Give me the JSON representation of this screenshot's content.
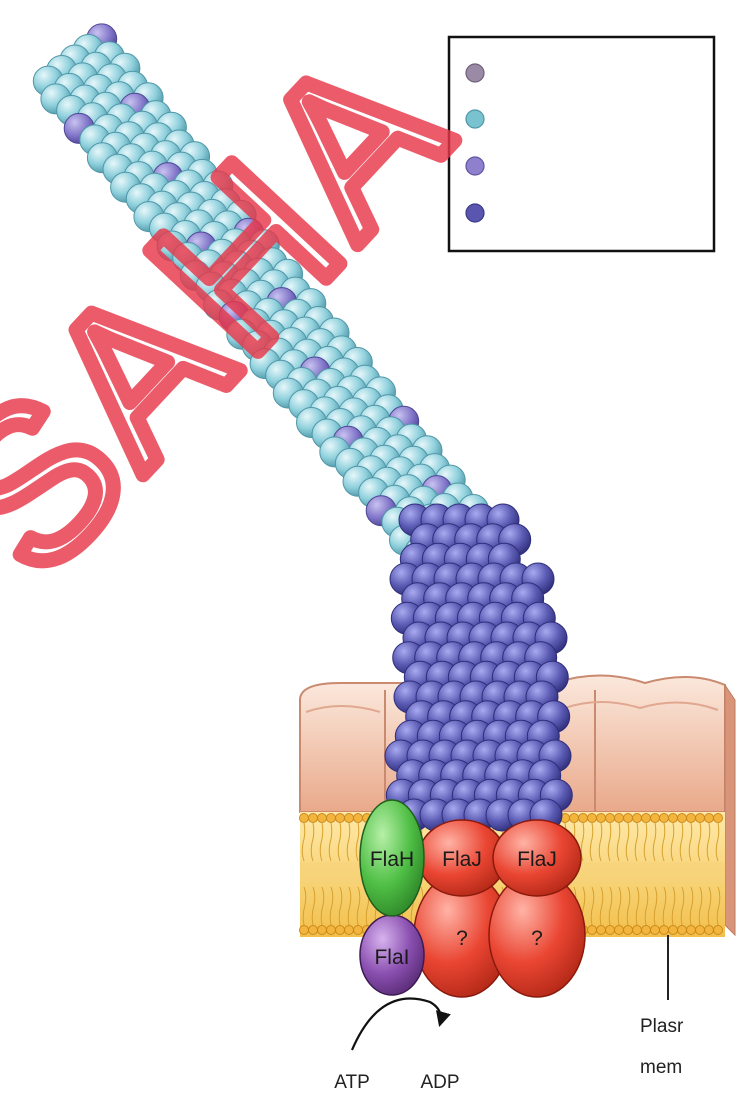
{
  "watermark": "SAHA",
  "legend": {
    "items": [
      {
        "icon": "grey-purple-subunit-icon",
        "color": "#9a8aa6"
      },
      {
        "icon": "light-blue-subunit-icon",
        "color": "#79c2d0"
      },
      {
        "icon": "violet-subunit-icon",
        "color": "#8e80cc"
      },
      {
        "icon": "dark-blue-subunit-icon",
        "color": "#5a56b0"
      }
    ]
  },
  "proteins": {
    "flah": "FlaH",
    "flai": "FlaI",
    "flaj_1": "FlaJ",
    "flaj_2": "FlaJ",
    "unknown_1": "?",
    "unknown_2": "?"
  },
  "reaction": {
    "substrate": "ATP",
    "product": "ADP"
  },
  "membrane_label": {
    "line1": "Plasr",
    "line2": "mem"
  },
  "colors": {
    "filament": "#8fd0dc",
    "filament_edge": "#5ea7b8",
    "basal": "#5b5bb4",
    "basal_edge": "#3b3a8a",
    "flah": "#4fbf45",
    "flai": "#8a4fb0",
    "flaj": "#e8402f",
    "membrane_top": "#f2c6a8",
    "lipid_head": "#f0b040",
    "watermark": "#e8384a"
  }
}
